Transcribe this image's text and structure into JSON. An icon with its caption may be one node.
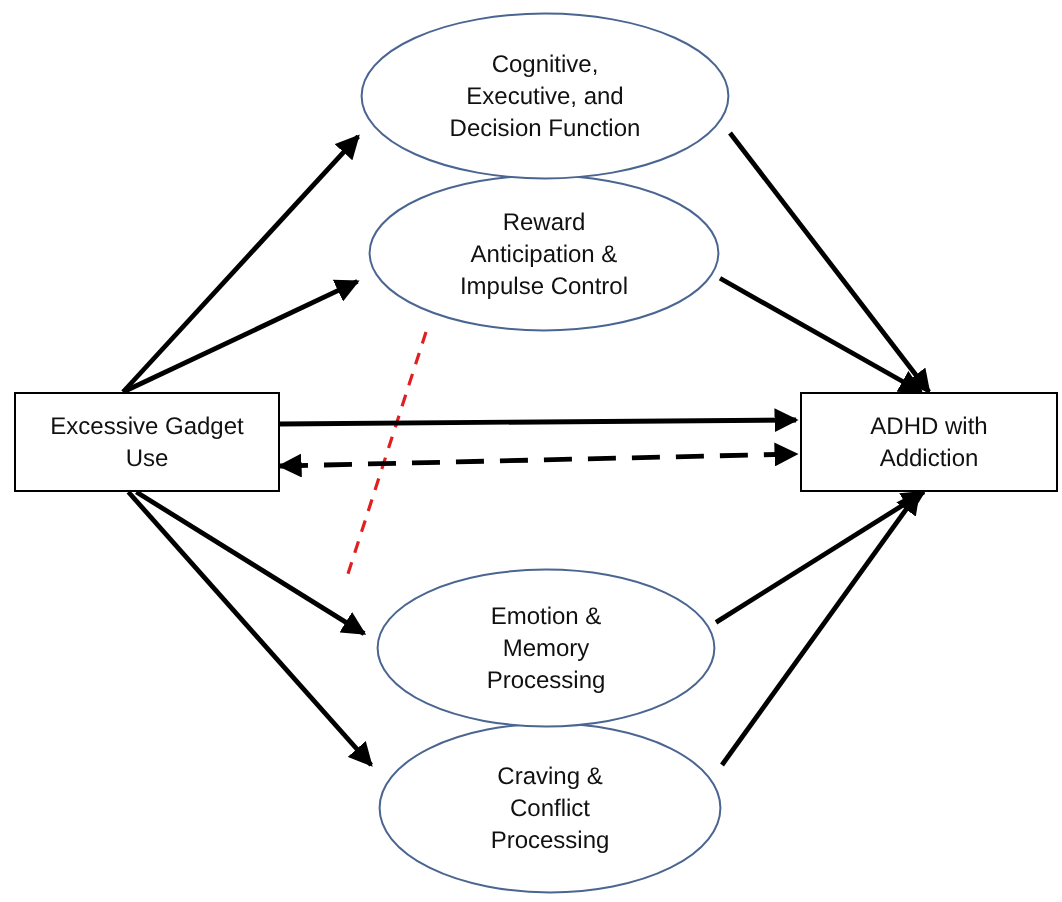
{
  "diagram": {
    "nodes": [
      {
        "text": [
          "Excessive Gadget Use"
        ]
      },
      {
        "text": [
          "ADHD with Addiction"
        ]
      },
      {
        "text": [
          "Cognitive, Executive, and Decision Function"
        ]
      },
      {
        "text": [
          "Reward Anticipation & Impulse Control"
        ]
      },
      {
        "text": [
          "Emotion & Memory Processing"
        ]
      },
      {
        "text": [
          "Craving & Conflict Processing"
        ]
      }
    ],
    "edges": [
      {
        "from": 0,
        "to": 2,
        "arrow": "to"
      },
      {
        "from": 0,
        "to": 3,
        "arrow": "to"
      },
      {
        "from": 2,
        "to": 1,
        "arrow": "to"
      },
      {
        "from": 3,
        "to": 1,
        "arrow": "to"
      },
      {
        "from": 0,
        "to": 1,
        "arrow": "to"
      },
      {
        "from": 0,
        "to": 1,
        "arrow": "both",
        "style": "dashed"
      },
      {
        "from": 0,
        "to": 4,
        "arrow": "to"
      },
      {
        "from": 0,
        "to": 5,
        "arrow": "to"
      },
      {
        "from": 4,
        "to": 1,
        "arrow": "to"
      },
      {
        "from": 5,
        "to": 1,
        "arrow": "to"
      }
    ]
  }
}
